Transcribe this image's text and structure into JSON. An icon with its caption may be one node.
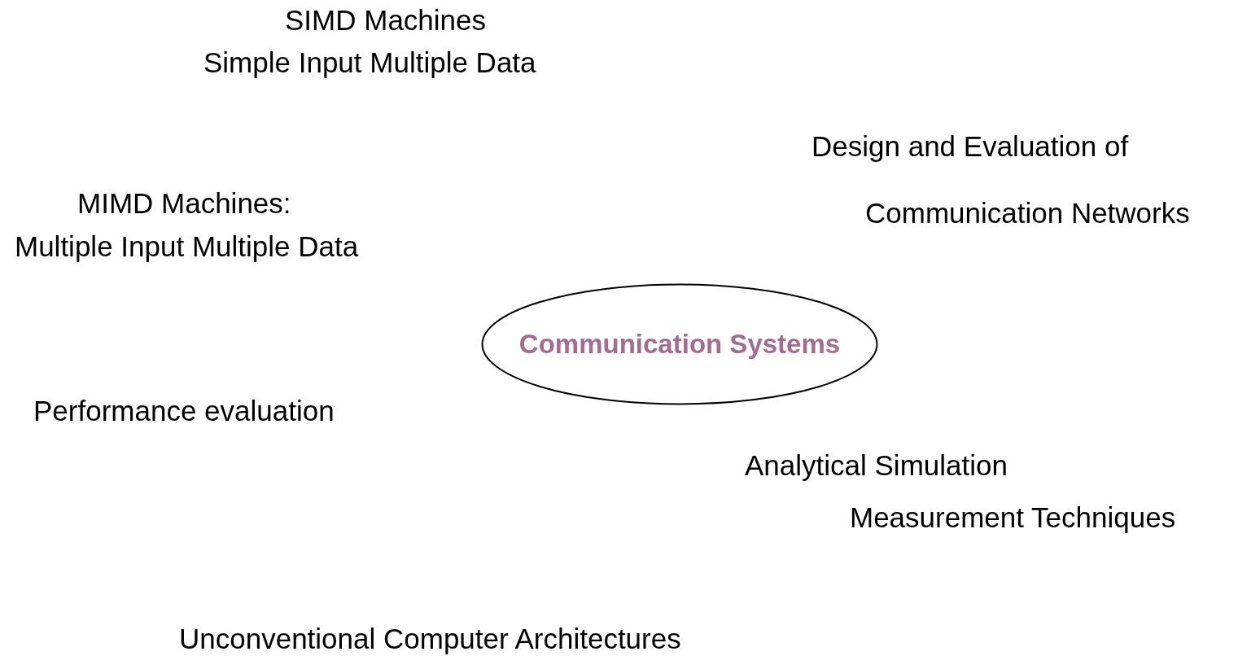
{
  "diagram": {
    "nodes": [
      {
        "text": [
          "Communication Systems"
        ]
      }
    ],
    "edges": [],
    "labels": [
      "SIMD Machines",
      "Simple Input Multiple Data",
      "Design and Evaluation of",
      "MIMD Machines:",
      "Communication Networks",
      "Multiple Input Multiple Data",
      "Performance evaluation",
      "Analytical Simulation",
      "Measurement Techniques",
      "Unconventional Computer Architectures"
    ]
  }
}
